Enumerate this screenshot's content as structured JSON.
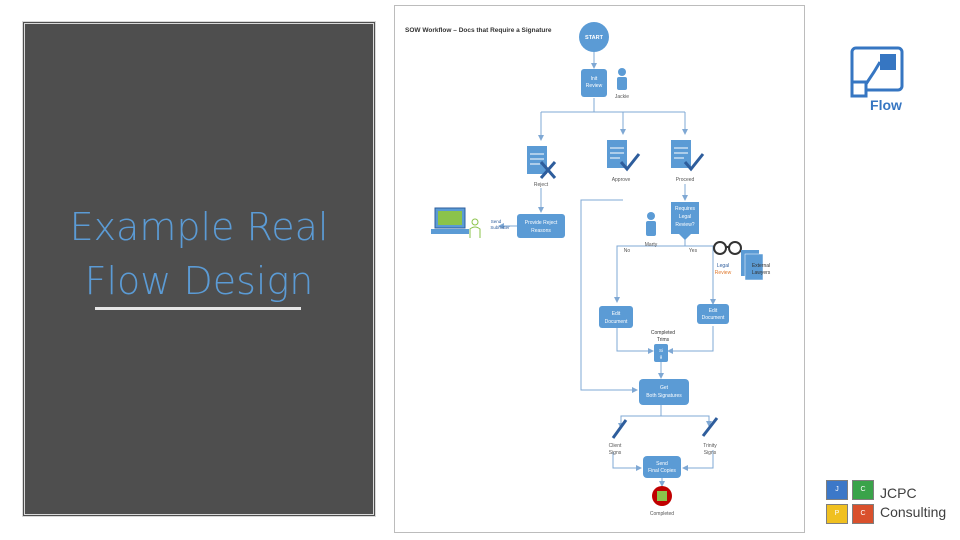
{
  "slide": {
    "title_line1": "Example Real",
    "title_line2": "Flow Design"
  },
  "diagram": {
    "title": "SOW Workflow – Docs that Require a Signature",
    "nodes": {
      "start": "START",
      "initial_review_line1": "Init",
      "initial_review_line2": "Review",
      "jackie": "Jackie",
      "reject": "Reject",
      "approve": "Approve",
      "proceed": "Proceed",
      "provide_reject_line1": "Provide Reject",
      "provide_reject_line2": "Reasons",
      "requester_line1": "Send",
      "requester_line2": "Submitter",
      "requires_legal_line1": "Requires",
      "requires_legal_line2": "Legal",
      "requires_legal_line3": "Review?",
      "marty": "Marty",
      "no": "No",
      "yes": "Yes",
      "legal_line1": "Legal",
      "legal_line2": "Review",
      "external_line1": "External",
      "external_line2": "Lawyers",
      "edit_left_line1": "Edit",
      "edit_left_line2": "Document",
      "edit_right_line1": "Edit",
      "edit_right_line2": "Document",
      "completed_trims_line1": "Completed",
      "completed_trims_line2": "Trims",
      "merge_line1": "Si",
      "merge_line2": "g",
      "get_sigs_line1": "Get",
      "get_sigs_line2": "Both Signatures",
      "client_line1": "Client",
      "client_line2": "Signs",
      "trinity_line1": "Trinity",
      "trinity_line2": "Signs",
      "send_line1": "Send",
      "send_line2": "Final Copies",
      "completed": "Completed"
    }
  },
  "flow_logo": {
    "label": "Flow"
  },
  "company": {
    "tiles": [
      "J",
      "C",
      "P",
      "C"
    ],
    "name_line1": "JCPC",
    "name_line2": "Consulting"
  },
  "colors": {
    "panel": "#4e4e4e",
    "title": "#5b9bd5",
    "node": "#5b9bd5",
    "connector": "#7fa8d4",
    "flow_brand": "#3676c2"
  }
}
